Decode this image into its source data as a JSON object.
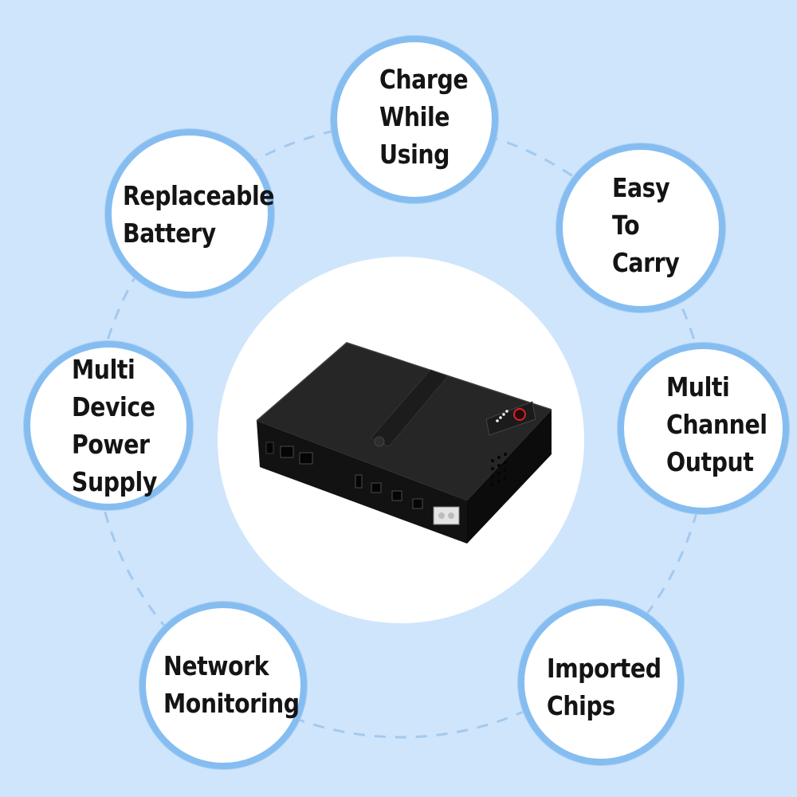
{
  "colors": {
    "background": "#cfe5fb",
    "circle_border": "#86bdf0",
    "dash_line": "#a3c9ef",
    "center_disc": "#ffffff",
    "device_body": "#1a1a1a",
    "power_led": "#d8232a",
    "text": "#141414"
  },
  "features": [
    {
      "id": "charge-while-using",
      "label": "Charge\nWhile\nUsing"
    },
    {
      "id": "easy-to-carry",
      "label": "Easy\nTo\nCarry"
    },
    {
      "id": "multi-channel-output",
      "label": "Multi\nChannel\nOutput"
    },
    {
      "id": "imported-chips",
      "label": "Imported\nChips"
    },
    {
      "id": "network-monitoring",
      "label": "Network\nMonitoring"
    },
    {
      "id": "multi-device-power-supply",
      "label": "Multi\nDevice\nPower\nSupply"
    },
    {
      "id": "replaceable-battery",
      "label": "Replaceable\nBattery"
    }
  ],
  "device": {
    "name": "mini-ups-power-bank",
    "icons": [
      "power-button-icon",
      "battery-level-led-icon",
      "usb-port-icon",
      "dc-port-icon",
      "ethernet-port-icon",
      "ac-input-port-icon",
      "vent-icon"
    ]
  }
}
